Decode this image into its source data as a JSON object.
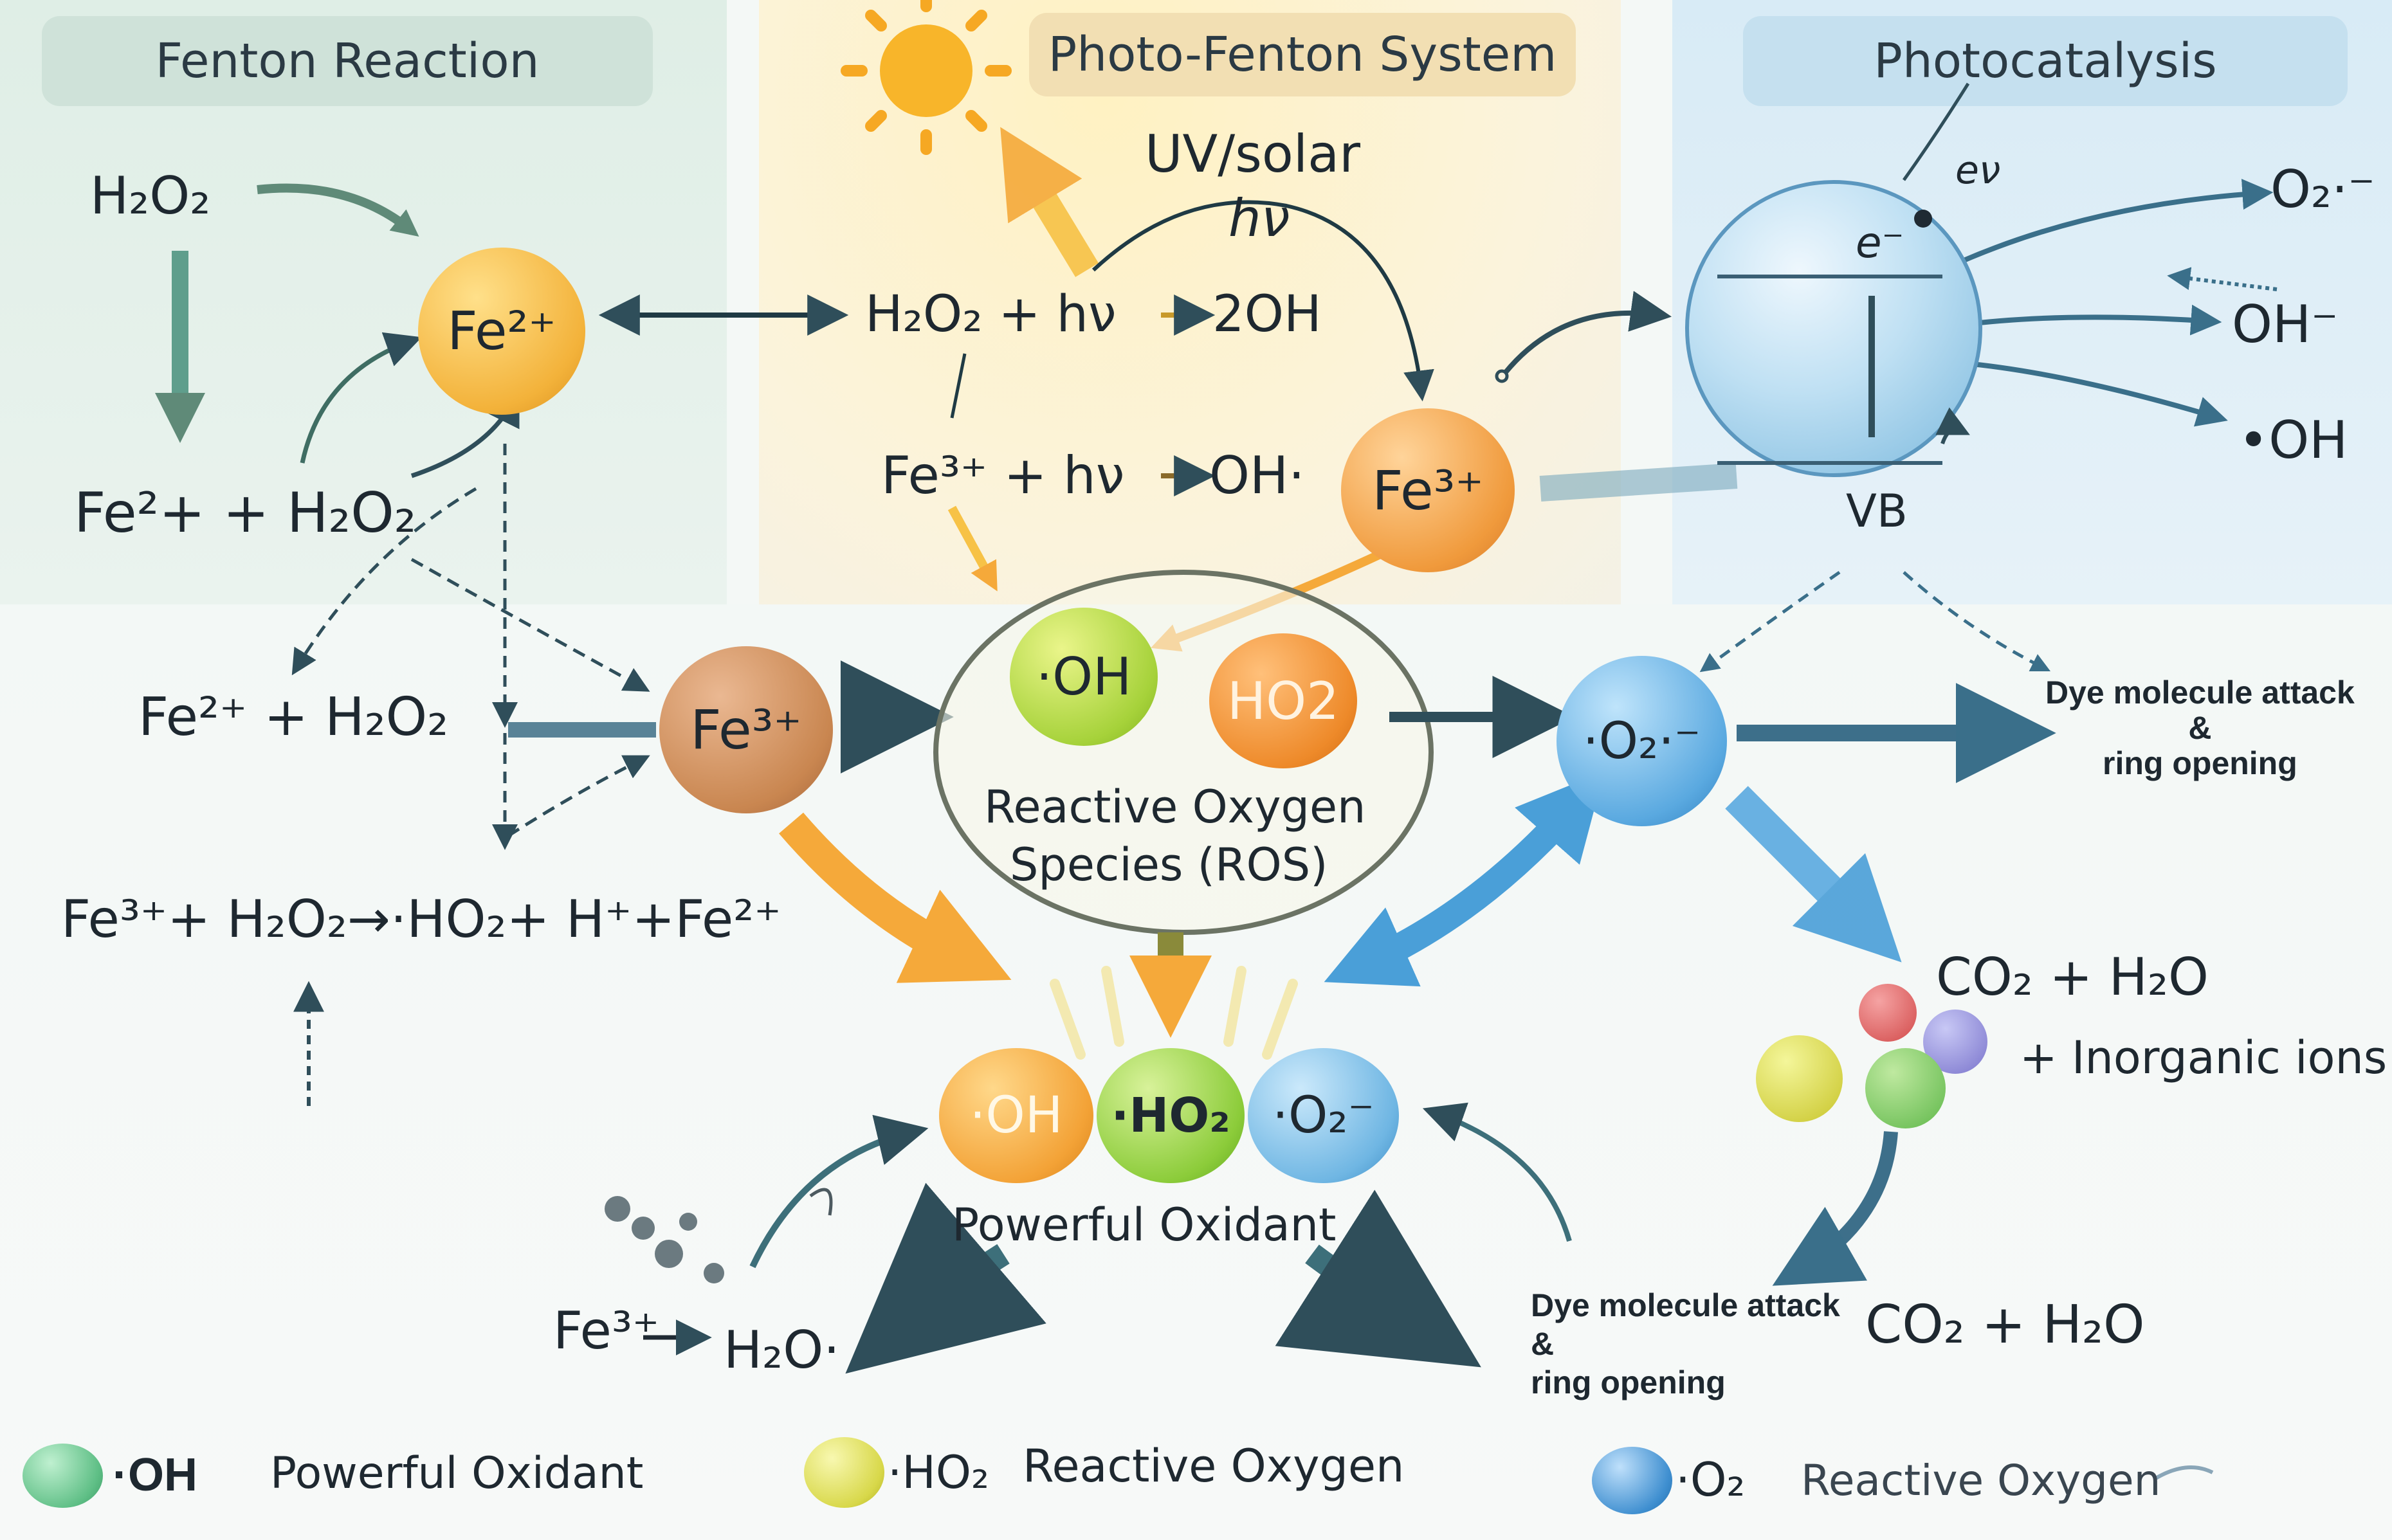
{
  "headers": {
    "fenton": "Fenton Reaction",
    "photo_fenton": "Photo-Fenton System",
    "photocatalysis": "Photocatalysis"
  },
  "photo_fenton": {
    "uv_label": "UV/solar",
    "hv_label": "hν",
    "eq1": {
      "left": "H₂O₂ + hν",
      "right": "2OH"
    },
    "eq2": {
      "left": "Fe³⁺ + hν",
      "right": "OH·"
    }
  },
  "fenton": {
    "h2o2": "H₂O₂",
    "fe2_eq": "Fe²+ + H₂O₂",
    "fe2_eq2": "Fe²⁺ + H₂O₂",
    "fe3_eq": "Fe³⁺+ H₂O₂→·HO₂+ H⁺+Fe²⁺",
    "bottom_eq_left": "Fe³⁺",
    "bottom_eq_right": "H₂O·"
  },
  "circles": {
    "fe2": "Fe²⁺",
    "fe3_center": "Fe³⁺",
    "fe3_left": "Fe³⁺",
    "oh": "·OH",
    "ho2": "HO2",
    "o2_radical": "·O₂·⁻",
    "ox_oh": "·OH",
    "ox_ho2": "·HO₂",
    "ox_o2": "·O₂⁻"
  },
  "ros": {
    "line1": "Reactive Oxygen",
    "line2": "Species (ROS)"
  },
  "oxidant_label": "Powerful Oxidant",
  "photocatalysis": {
    "e_minus": "e⁻",
    "e_label": "eν",
    "vb": "VB",
    "o2_minus": "O₂·⁻",
    "oh_minus": "OH⁻",
    "oh_radical": "•OH",
    "dye_attack_1": "Dye molecule attack\n&\nring opening",
    "co2_h2o": "CO₂ + H₂O",
    "inorganic": "+ Inorganic ions",
    "dye_attack_2": "Dye molecule attack\n&\nring opening",
    "co2_h2o_2": "CO₂ + H₂O"
  },
  "legend": [
    {
      "symbol": "·OH",
      "text": "Powerful Oxidant",
      "color": "#5fbf86"
    },
    {
      "symbol": "·HO₂",
      "text": "Reactive Oxygen",
      "color": "#d8d84a"
    },
    {
      "symbol": "·O₂",
      "text": "Reactive Oxygen",
      "color": "#3f8fd0"
    }
  ],
  "colors": {
    "fe2": "#f3b23a",
    "fe3_orange": "#f09a3c",
    "fe3_brown": "#c98650",
    "oh_green": "#a6d23a",
    "ho2_orange": "#ee8a2a",
    "o2_blue": "#5aa9e0",
    "arrow_dark": "#2f4e5a",
    "arrow_orange": "#f5a93a",
    "arrow_blue": "#4a9fd8"
  }
}
